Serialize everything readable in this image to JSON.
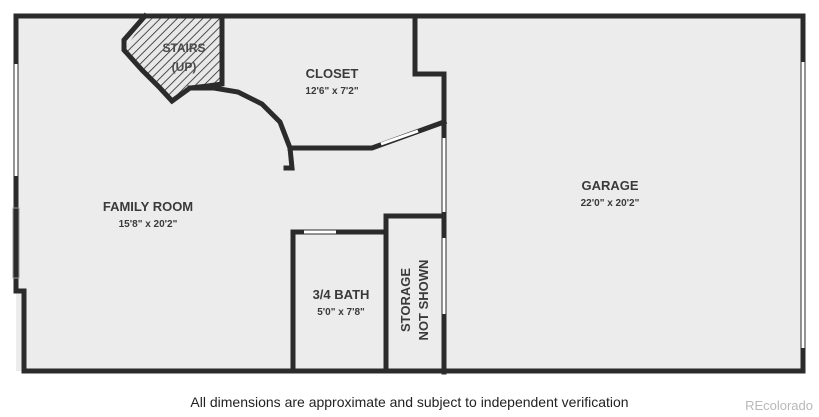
{
  "rooms": {
    "family_room": {
      "name": "FAMILY ROOM",
      "dim": "15'8\" x 20'2\""
    },
    "closet": {
      "name": "CLOSET",
      "dim": "12'6\" x 7'2\""
    },
    "garage": {
      "name": "GARAGE",
      "dim": "22'0\" x 20'2\""
    },
    "bath": {
      "name": "3/4 BATH",
      "dim": "5'0\" x 7'8\""
    },
    "storage": {
      "line1": "STORAGE",
      "line2": "NOT SHOWN"
    },
    "stairs": {
      "line1": "STAIRS",
      "line2": "(UP)"
    }
  },
  "footer": {
    "disclaimer": "All dimensions are approximate and subject to independent verification",
    "watermark": "REcolorado"
  },
  "colors": {
    "floor": "#ececec",
    "wall": "#2b2b2b",
    "text": "#3a3a3a"
  }
}
